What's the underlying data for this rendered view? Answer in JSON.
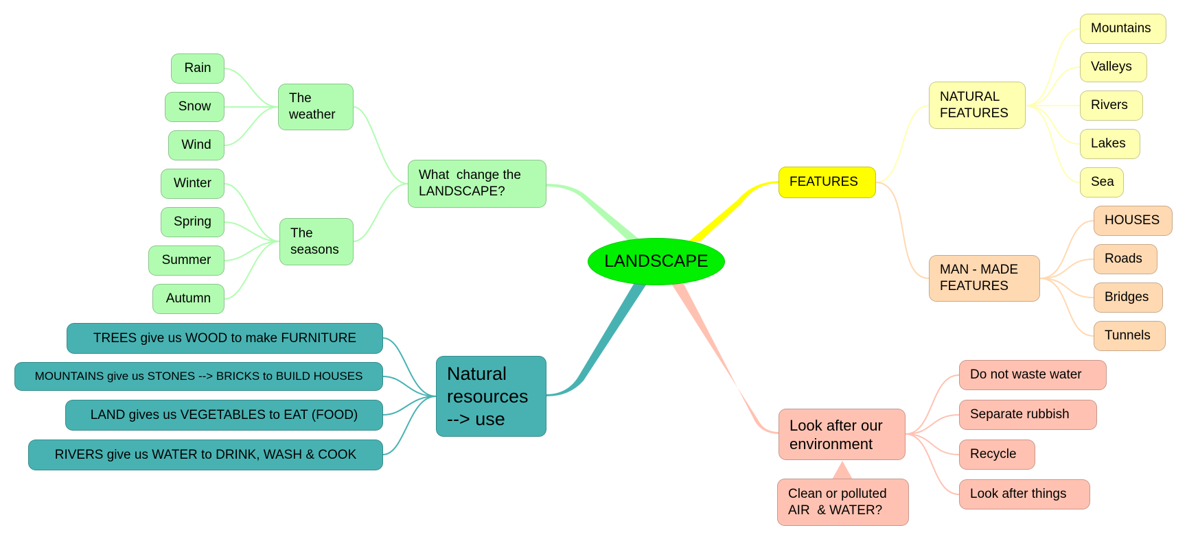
{
  "root": {
    "label": "LANDSCAPE"
  },
  "colors": {
    "root": "#00f000",
    "change_branch": "#b2fcb2",
    "features_branch": "#ffff00",
    "natural_features": "#ffffb2",
    "man_made_features": "#ffd9b2",
    "environment_branch": "#ffc2b2",
    "resources_branch": "#48b2b2"
  },
  "change": {
    "label": "What  change the\nLANDSCAPE?",
    "weather": {
      "label": "The\nweather",
      "items": [
        "Rain",
        "Snow",
        "Wind"
      ]
    },
    "seasons": {
      "label": "The\nseasons",
      "items": [
        "Winter",
        "Spring",
        "Summer",
        "Autumn"
      ]
    }
  },
  "resources": {
    "label": "Natural\nresources\n--> use",
    "items": [
      "TREES give us WOOD to make FURNITURE",
      "MOUNTAINS give us STONES --> BRICKS to BUILD HOUSES",
      "LAND gives us VEGETABLES to EAT (FOOD)",
      "RIVERS give us WATER to DRINK, WASH & COOK"
    ]
  },
  "features": {
    "label": "FEATURES",
    "natural": {
      "label": "NATURAL\nFEATURES",
      "items": [
        "Mountains",
        "Valleys",
        "Rivers",
        "Lakes",
        "Sea"
      ]
    },
    "man_made": {
      "label": "MAN - MADE\nFEATURES",
      "items": [
        "HOUSES",
        "Roads",
        "Bridges",
        "Tunnels"
      ]
    }
  },
  "environment": {
    "label": "Look after our\nenvironment",
    "callout": "Clean or polluted\nAIR  & WATER?",
    "items": [
      "Do not waste water",
      "Separate rubbish",
      "Recycle",
      "Look after things"
    ]
  }
}
